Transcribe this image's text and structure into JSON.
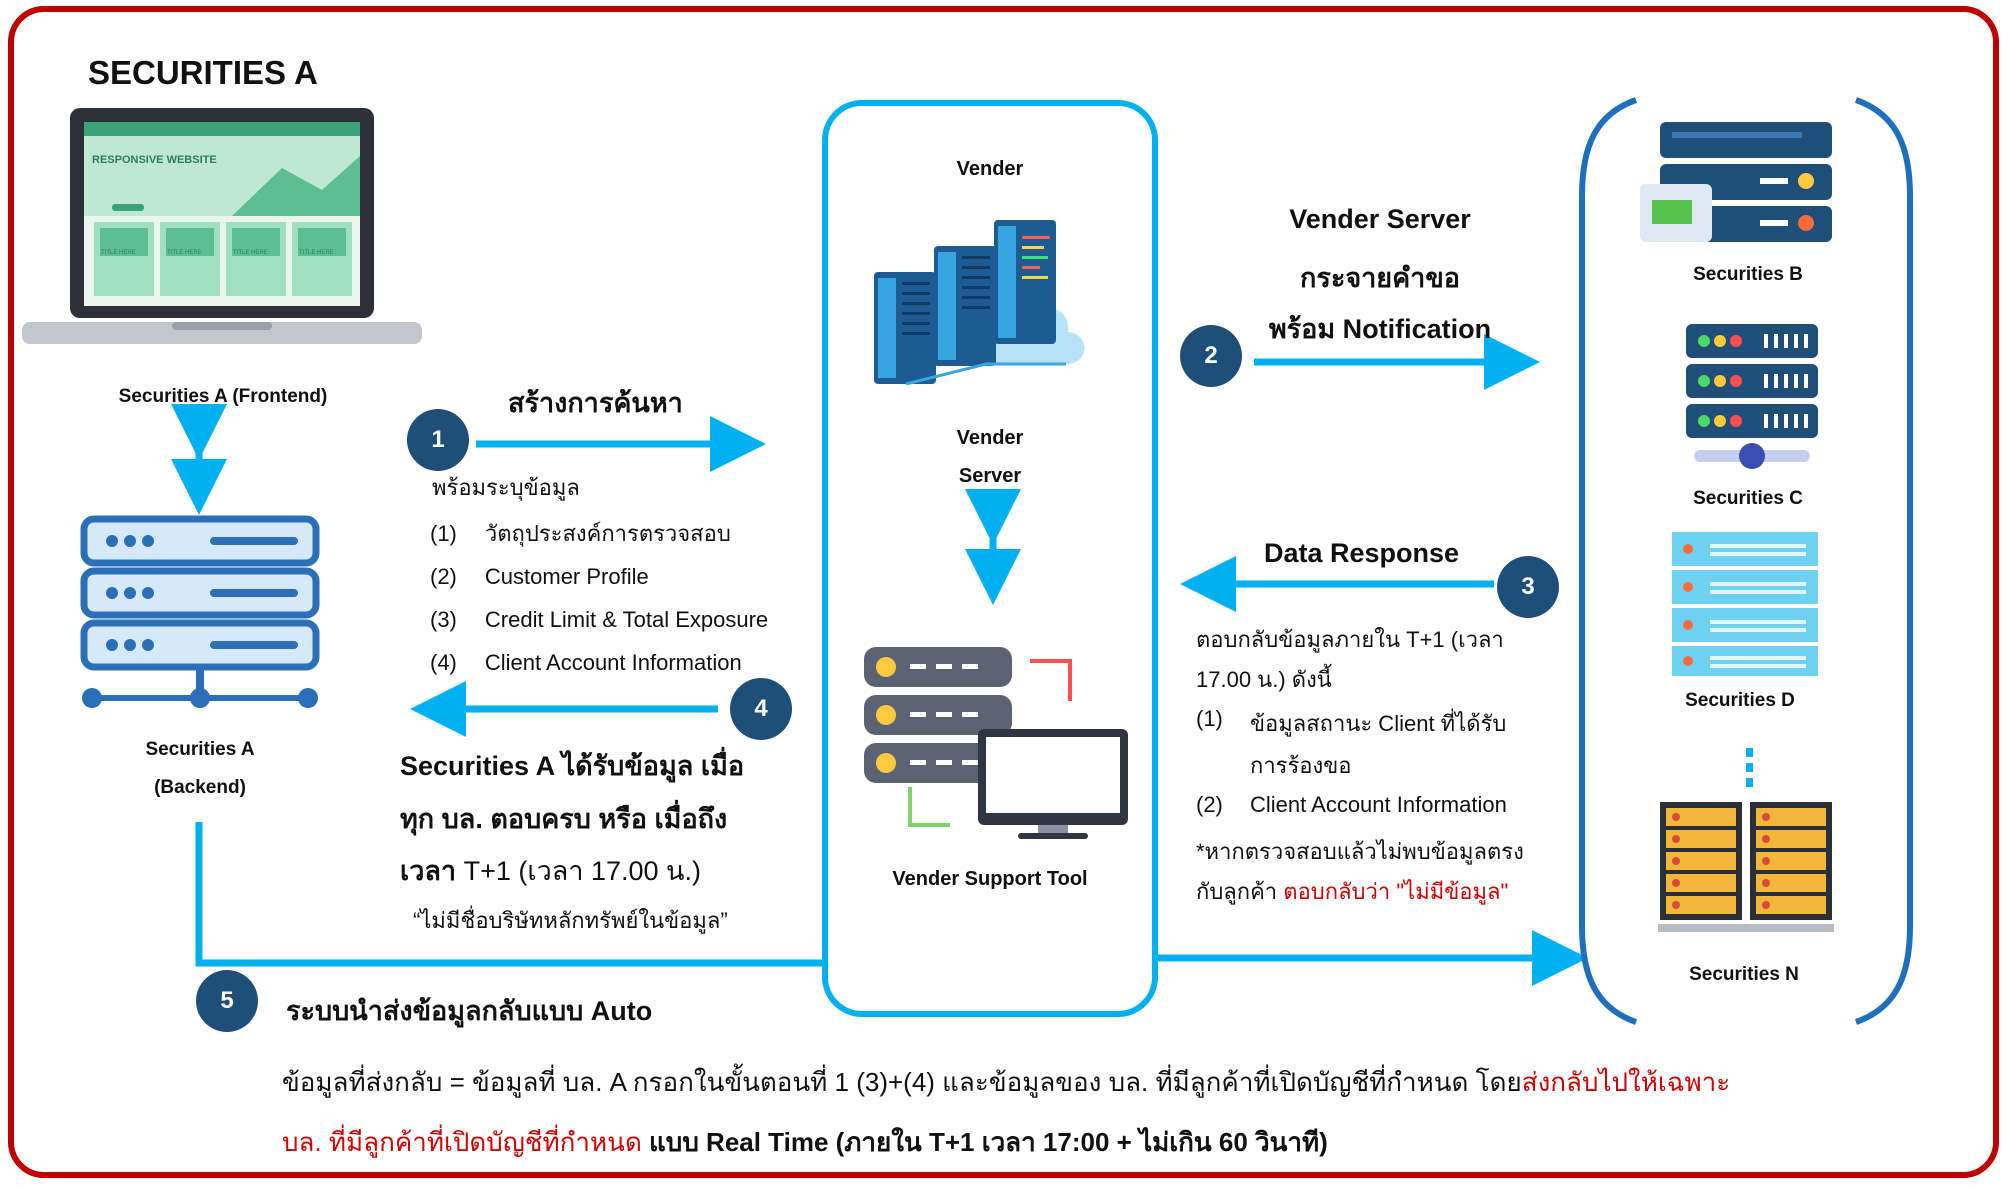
{
  "header": {
    "title": "SECURITIES A"
  },
  "nodes": {
    "frontend_label": "Securities A (Frontend)",
    "backend_label_1": "Securities A",
    "backend_label_2": "(Backend)",
    "vender_label": "Vender",
    "vender_server_1": "Vender",
    "vender_server_2": "Server",
    "vender_support_tool": "Vender Support Tool",
    "securities_b": "Securities B",
    "securities_c": "Securities C",
    "securities_d": "Securities D",
    "securities_n": "Securities N"
  },
  "laptop_screen": {
    "heading": "RESPONSIVE WEBSITE",
    "card_title": "TITLE HERE"
  },
  "step1": {
    "number": "1",
    "title": "สร้างการค้นหา",
    "intro": "พร้อมระบุข้อมูล",
    "items": [
      {
        "num": "(1)",
        "text": "วัตถุประสงค์การตรวจสอบ"
      },
      {
        "num": "(2)",
        "text": "Customer Profile"
      },
      {
        "num": "(3)",
        "text": "Credit Limit & Total Exposure"
      },
      {
        "num": "(4)",
        "text": "Client Account Information"
      }
    ]
  },
  "step2": {
    "number": "2",
    "line1": "Vender Server",
    "line2": "กระจายคำขอ",
    "line3": "พร้อม Notification"
  },
  "step3": {
    "number": "3",
    "title": "Data Response",
    "intro_1": "ตอบกลับข้อมูลภายใน T+1 (เวลา",
    "intro_2": "17.00 น.) ดังนี้",
    "item1_num": "(1)",
    "item1_line1": "ข้อมูลสถานะ Client ที่ได้รับ",
    "item1_line2": "การร้องขอ",
    "item2_num": "(2)",
    "item2_text": "Client Account Information",
    "note_1": "*หากตรวจสอบแล้วไม่พบข้อมูลตรง",
    "note_2_black": "กับลูกค้า ",
    "note_2_red": "ตอบกลับว่า \"ไม่มีข้อมูล\""
  },
  "step4": {
    "number": "4",
    "line1": "Securities A ได้รับข้อมูล เมื่อ",
    "line2": "ทุก บล. ตอบครบ หรือ เมื่อถึง",
    "line3_bold": "เวลา",
    "line3_normal": " T+1 (เวลา 17.00 น.)",
    "quote": "“ไม่มีชื่อบริษัทหลักทรัพย์ในข้อมูล”"
  },
  "step5": {
    "number": "5",
    "title": "ระบบนำส่งข้อมูลกลับแบบ Auto",
    "desc1_black": "ข้อมูลที่ส่งกลับ = ข้อมูลที่ บล. A กรอกในขั้นตอนที่ 1 (3)+(4) และข้อมูลของ บล. ที่มีลูกค้าที่เปิดบัญชีที่กำหนด โดย",
    "desc1_red": "ส่งกลับไปให้เฉพาะ",
    "desc2_red": "บล. ที่มีลูกค้าที่เปิดบัญชีที่กำหนด",
    "desc2_black": " แบบ Real Time (ภายใน T+1 เวลา 17:00 + ไม่เกิน 60 วินาที)"
  },
  "colors": {
    "frame": "#c00000",
    "accent": "#00b0f0",
    "badge": "#1f4e79",
    "note_red": "#d00000"
  }
}
